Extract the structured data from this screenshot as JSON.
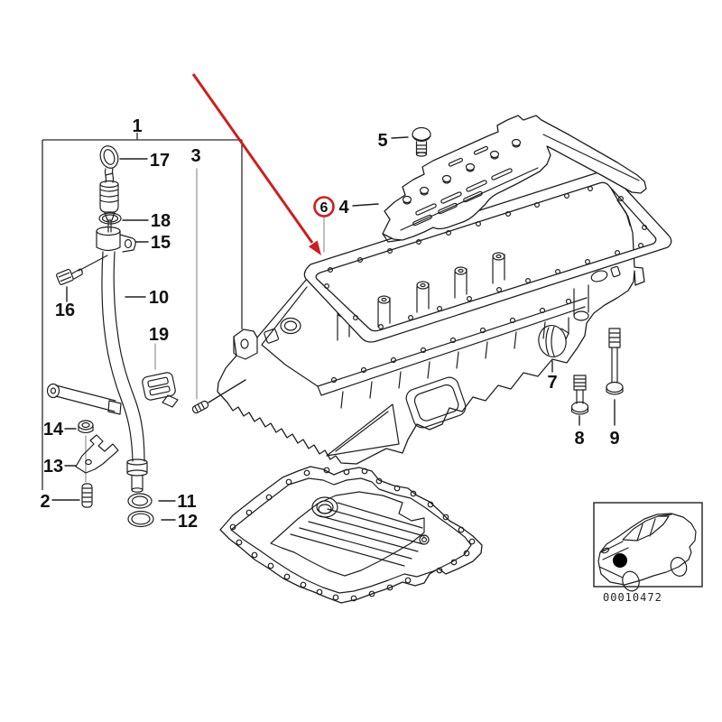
{
  "diagram": {
    "footer_code": "00010472",
    "colors": {
      "red": "#cc1f1f",
      "ink": "#1f1f1f",
      "leader": "#999999"
    },
    "highlighted_callout": "6",
    "callouts": {
      "c1": "1",
      "c2": "2",
      "c3": "3",
      "c4": "4",
      "c5": "5",
      "c6": "6",
      "c7": "7",
      "c8": "8",
      "c9": "9",
      "c10": "10",
      "c11": "11",
      "c12": "12",
      "c13": "13",
      "c14": "14",
      "c15": "15",
      "c16": "16",
      "c17": "17",
      "c18": "18",
      "c19": "19"
    }
  }
}
